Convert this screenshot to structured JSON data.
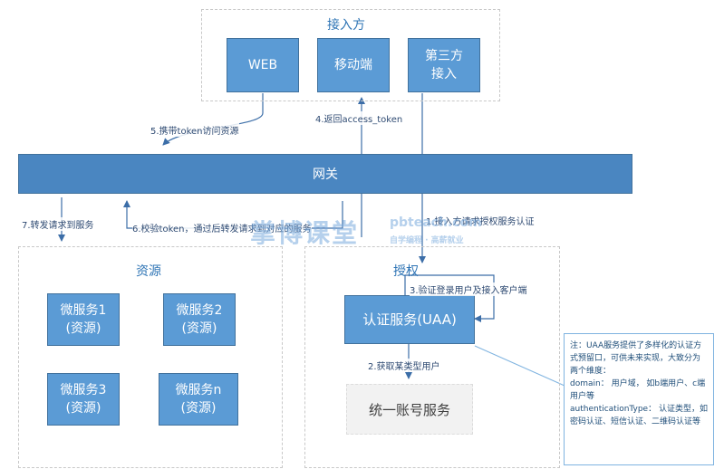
{
  "regions": {
    "client": "接入方",
    "resource": "资源",
    "auth": "授权"
  },
  "clients": {
    "web": "WEB",
    "mobile": "移动端",
    "third": "第三方\n接入"
  },
  "gateway": "网关",
  "services": {
    "s1": "微服务1\n(资源)",
    "s2": "微服务2\n(资源)",
    "s3": "微服务3\n(资源)",
    "sn": "微服务n\n(资源)"
  },
  "uaa": "认证服务(UAA)",
  "account": "统一账号服务",
  "steps": {
    "s1": "1.接入方请求授权服务认证",
    "s2": "2.获取某类型用户",
    "s3": "3.验证登录用户及接入客户端",
    "s4": "4.返回access_token",
    "s5": "5.携带token访问资源",
    "s6": "6.校验token，通过后转发请求到对应的服务",
    "s7": "7.转发请求到服务"
  },
  "note": "注：UAA服务提供了多样化的认证方式预留口，可供未来实现，大致分为两个维度：\ndomain： 用户域， 如b端用户、c端用户等\nauthenticationType： 认证类型，如密码认证、短信认证、二维码认证等",
  "watermark": {
    "brand": "掌博课堂",
    "site": "pbteach.com",
    "slogan": "自学编程 · 高薪就业"
  },
  "colors": {
    "box": "#5b9bd5",
    "gateway": "#4a86c1",
    "line": "#3c6ea8"
  }
}
